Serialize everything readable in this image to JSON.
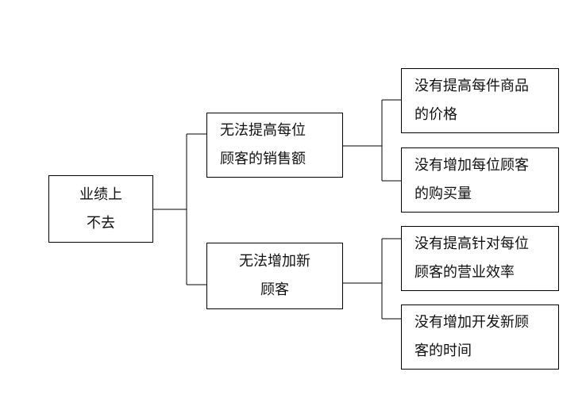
{
  "diagram": {
    "root": {
      "lines": [
        "业绩上",
        "不去"
      ]
    },
    "branches": [
      {
        "lines": [
          "无法提高每位",
          "顾客的销售额"
        ],
        "children": [
          {
            "lines": [
              "没有提高每件商品",
              "的价格"
            ]
          },
          {
            "lines": [
              "没有增加每位顾客",
              "的购买量"
            ]
          }
        ]
      },
      {
        "lines": [
          "无法增加新",
          "顾客"
        ],
        "children": [
          {
            "lines": [
              "没有提高针对每位",
              "顾客的营业效率"
            ]
          },
          {
            "lines": [
              "没有增加开发新顾",
              "客的时间"
            ]
          }
        ]
      }
    ]
  }
}
